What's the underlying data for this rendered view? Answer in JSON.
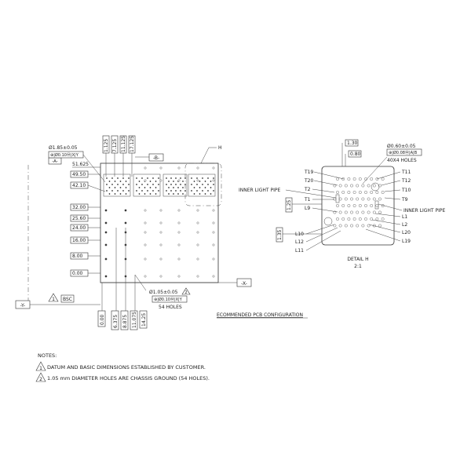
{
  "main": {
    "datums": {
      "b": "-B-",
      "a": "-A-",
      "x": "-X-",
      "y": "-Y-",
      "bsc": "BSC"
    },
    "top_hole_dim": "Ø1.85±0.05",
    "top_hole_fcf": "⊕|Ø0.10Ⓜ|X|Y",
    "top_dims": [
      "1.125",
      "7.125",
      "11.125",
      "17.125"
    ],
    "left_dims_upper": [
      "51.625",
      "49.50",
      "42.10"
    ],
    "left_dims_lower": [
      "32.00",
      "25.60",
      "24.00",
      "16.00",
      "8.00",
      "0.00"
    ],
    "bottom_dims": [
      "0.00",
      "6.375",
      "8.875",
      "11.075",
      "14.25"
    ],
    "hole_note_dim": "Ø1.05±0.05",
    "hole_note_fcf": "⊕|Ø0.10Ⓜ|X|Y",
    "hole_count": "54 HOLES",
    "note_flag_2": "2",
    "note_flag_1": "1",
    "detail_label": "H",
    "caption": "ECOMMENDED PCB CONFIGURATION"
  },
  "detail": {
    "dim_130": "1.30",
    "dim_080": "0.80",
    "dim_125": "1.25",
    "dim_135": "1.35",
    "hole_dim": "Ø0.60±0.05",
    "hole_fcf": "⊕|Ø0.08Ⓜ|A|B",
    "hole_count": "40X4 HOLES",
    "left_labels": [
      "T19",
      "T20",
      "T2",
      "T1",
      "L9",
      "L10",
      "L12",
      "L11"
    ],
    "right_labels": [
      "T11",
      "T12",
      "T10",
      "T9",
      "L1",
      "L2",
      "L20",
      "L19"
    ],
    "inner_pipe_left": "INNER LIGHT PIPE",
    "inner_pipe_right": "INNER LIGHT PIPE",
    "title": "DETAIL H",
    "scale": "2:1"
  },
  "notes": {
    "heading": "NOTES:",
    "items": [
      {
        "num": "1",
        "text": "DATUM AND BASIC DIMENSIONS ESTABLISHED BY CUSTOMER."
      },
      {
        "num": "2",
        "text": "1.05 mm DIAMETER HOLES ARE CHASSIS GROUND (54 HOLES)."
      }
    ]
  }
}
